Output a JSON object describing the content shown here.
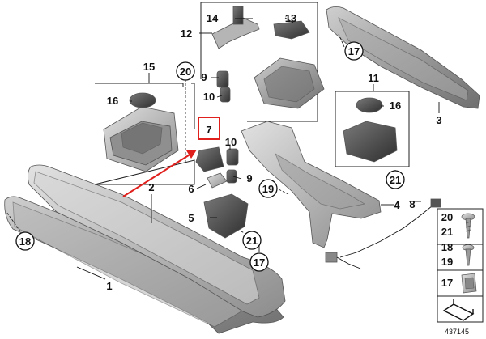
{
  "diagram": {
    "document_number": "437145",
    "highlight_color": "#e0201c",
    "callouts": {
      "c1": "1",
      "c2": "2",
      "c3": "3",
      "c4": "4",
      "c5": "5",
      "c6": "6",
      "c7": "7",
      "c8": "8",
      "c9a": "9",
      "c9b": "9",
      "c10a": "10",
      "c10b": "10",
      "c11": "11",
      "c12": "12",
      "c13": "13",
      "c14": "14",
      "c15": "15",
      "c16a": "16",
      "c16b": "16",
      "c17a": "17",
      "c17b": "17",
      "c18": "18",
      "c19": "19",
      "c20": "20",
      "c21a": "21",
      "c21b": "21"
    },
    "legend": {
      "row1_top": "20",
      "row1_bottom": "21",
      "row2_top": "18",
      "row2_bottom": "19",
      "row3": "17"
    }
  }
}
